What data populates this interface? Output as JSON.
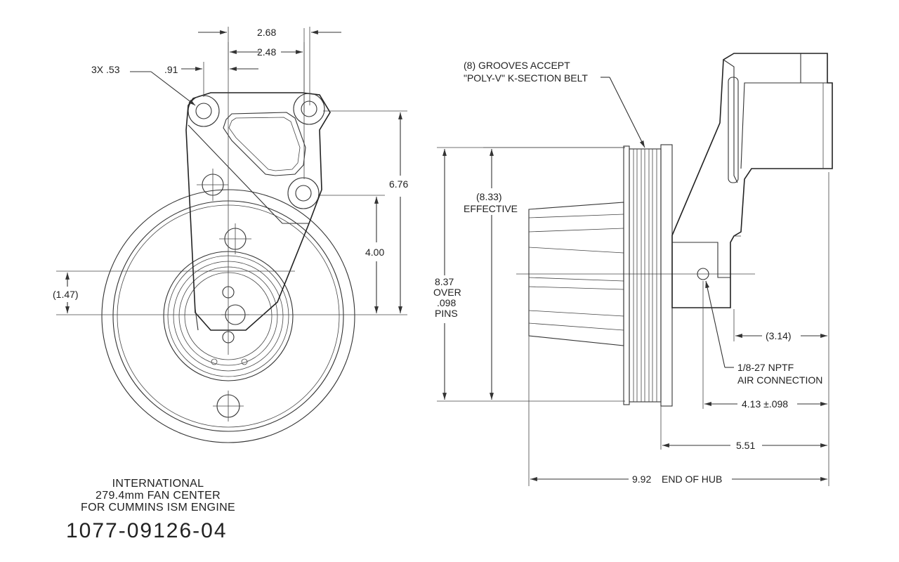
{
  "front_view": {
    "dim_width_outer": "2.68",
    "dim_width_inner": "2.48",
    "dim_hole_spacing": ".91",
    "dim_holes": "3X .53",
    "dim_height_top": "6.76",
    "dim_height_mid": "4.00",
    "dim_offset": "(1.47)"
  },
  "side_view": {
    "groove_note_line1": "(8) GROOVES ACCEPT",
    "groove_note_line2": "\"POLY-V\" K-SECTION BELT",
    "dim_effective_value": "(8.33)",
    "dim_effective_label": "EFFECTIVE",
    "dim_over_pins_value": "8.37",
    "dim_over_pins_l1": "OVER",
    "dim_over_pins_l2": ".098",
    "dim_over_pins_l3": "PINS",
    "dim_air_offset": "(3.14)",
    "air_note_line1": "1/8-27 NPTF",
    "air_note_line2": "AIR CONNECTION",
    "dim_air_to_end": "4.13 ±.098",
    "dim_pulley_to_end": "5.51",
    "dim_hub_value": "9.92",
    "dim_hub_label": "END OF HUB"
  },
  "title_block": {
    "line1": "INTERNATIONAL",
    "line2": "279.4mm FAN CENTER",
    "line3": "FOR CUMMINS ISM ENGINE",
    "part_number": "1077-09126-04"
  }
}
